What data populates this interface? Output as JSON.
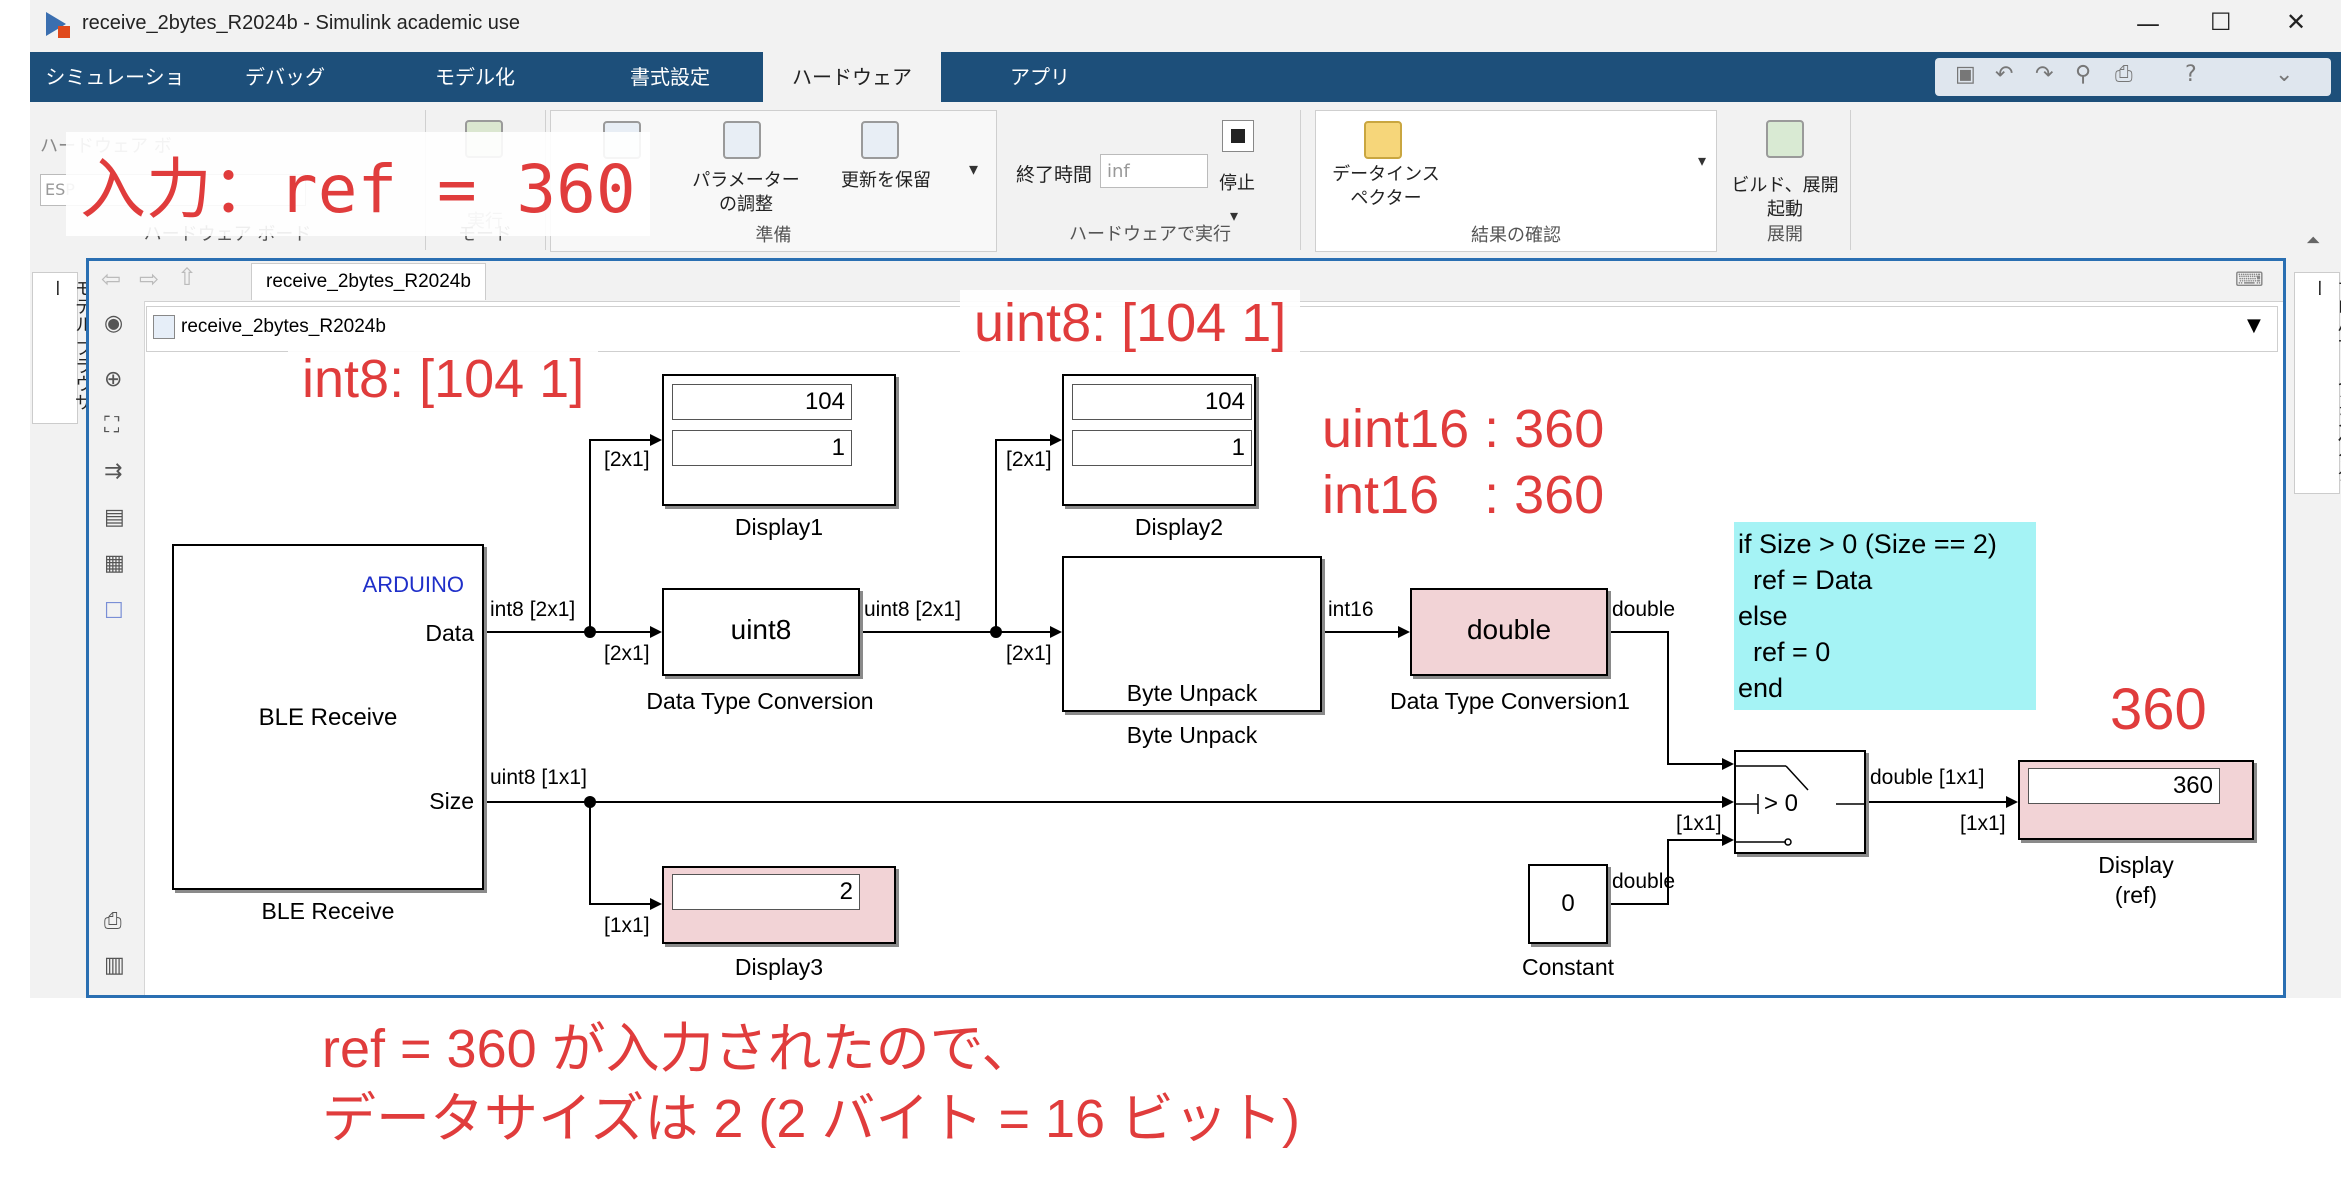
{
  "window": {
    "title": "receive_2bytes_R2024b - Simulink academic use",
    "controls": [
      "—",
      "☐",
      "✕"
    ]
  },
  "menu": {
    "tabs": [
      "シミュレーション",
      "デバッグ",
      "モデル化",
      "書式設定",
      "ハードウェア",
      "アプリ"
    ],
    "active_tab": "ハードウェア"
  },
  "ribbon": {
    "hardware_board_label": "ハードウェア ボード",
    "hardware_board_partial": "ハードウェア ボ",
    "board_field_partial": "ESP",
    "mode_label": "モード",
    "mode_run": "実行",
    "prepare_label": "準備",
    "param_tune": "パラメーター\nの調整",
    "save_update": "更新を保留",
    "run_on_hw_label": "ハードウェアで実行",
    "stop_time_label": "終了時間",
    "stop_time_value": "inf",
    "stop_label": "停止",
    "results_label": "結果の確認",
    "data_inspector": "データインス\nペクター",
    "deploy_label": "展開",
    "build_deploy": "ビルド、展開\n起動"
  },
  "side": {
    "left_panel": "モデル ブラウザー",
    "right_panel": "プロパティ インスペクター"
  },
  "editor": {
    "tab_name": "receive_2bytes_R2024b",
    "breadcrumb": "receive_2bytes_R2024b"
  },
  "blocks": {
    "ble_receive": {
      "header": "ARDUINO",
      "center": "BLE Receive",
      "port_data": "Data",
      "port_size": "Size",
      "caption": "BLE Receive"
    },
    "display1": {
      "values": [
        "104",
        "1"
      ],
      "caption": "Display1"
    },
    "display2": {
      "values": [
        "104",
        "1"
      ],
      "caption": "Display2"
    },
    "display3": {
      "value": "2",
      "caption": "Display3"
    },
    "dtc": {
      "text": "uint8",
      "caption": "Data Type Conversion"
    },
    "byte_unpack": {
      "text": "Byte Unpack",
      "caption": "Byte Unpack"
    },
    "dtc1": {
      "text": "double",
      "caption": "Data Type Conversion1"
    },
    "switch": {
      "text": "> 0"
    },
    "constant": {
      "value": "0",
      "caption": "Constant"
    },
    "display_ref": {
      "value": "360",
      "caption": "Display\n(ref)"
    }
  },
  "signals": {
    "data_out": "int8 [2x1]",
    "dim_2x1": "[2x1]",
    "uint8_out": "uint8 [2x1]",
    "int16": "int16",
    "double": "double",
    "size_out": "uint8 [1x1]",
    "dim_1x1": "[1x1]",
    "switch_out": "double [1x1]"
  },
  "comment_box": {
    "lines": [
      "if Size > 0 (Size == 2)",
      "  ref = Data",
      "else",
      "  ref = 0",
      "end"
    ],
    "bg_color": "#a5f3f5"
  },
  "annotations": {
    "input": "入力：ref = 360",
    "int8": "int8: [104  1]",
    "uint8": "uint8: [104  1]",
    "uint16": "uint16 : 360",
    "int16": "int16   : 360",
    "ref_value": "360",
    "bottom_line1": "ref = 360 が入力されたので、",
    "bottom_line2": "データサイズは 2 (2 バイト = 16 ビット)",
    "color": "#e03c3c"
  }
}
